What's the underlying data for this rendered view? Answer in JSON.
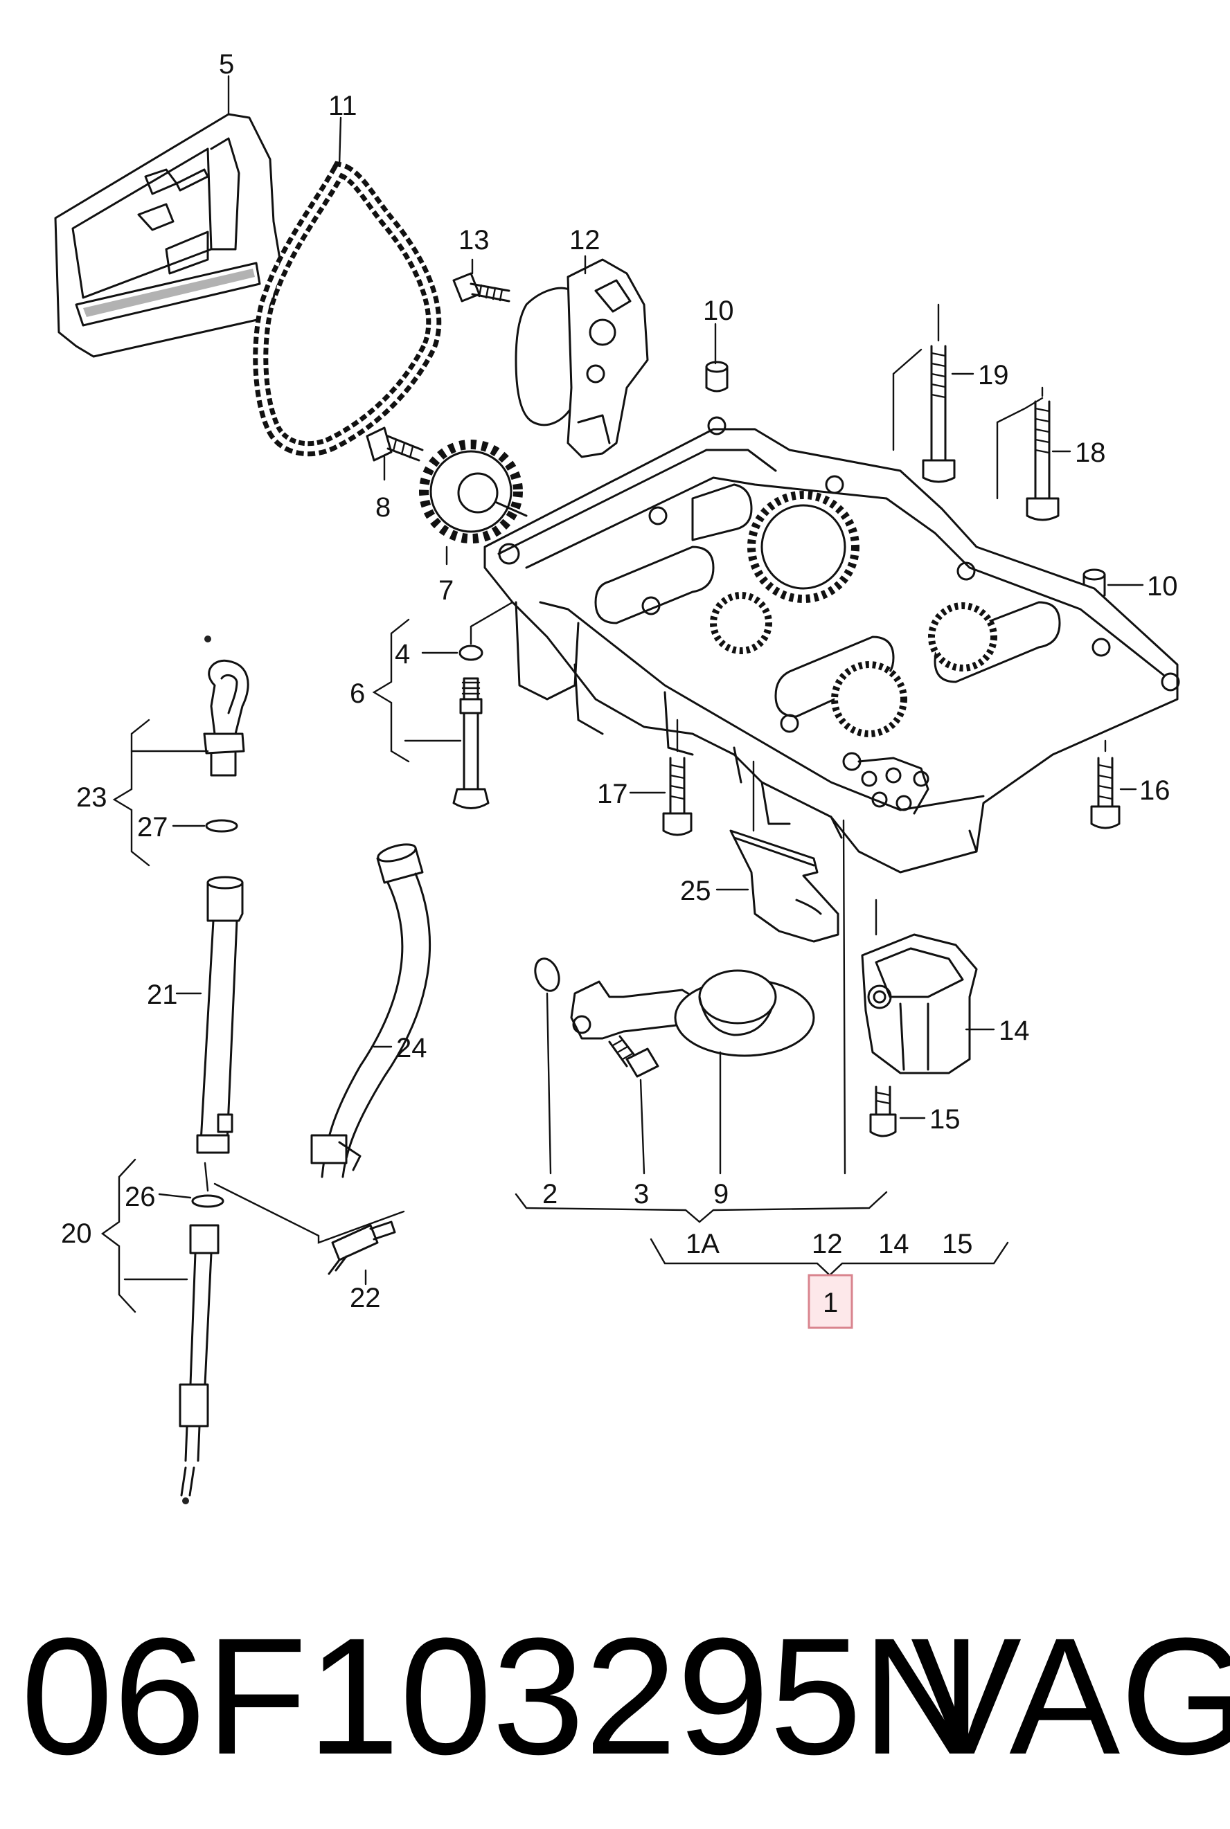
{
  "callouts": [
    "1",
    "1A",
    "2",
    "3",
    "4",
    "5",
    "6",
    "7",
    "8",
    "9",
    "10",
    "10",
    "11",
    "12",
    "12",
    "13",
    "14",
    "14",
    "15",
    "15",
    "16",
    "17",
    "18",
    "19",
    "20",
    "21",
    "22",
    "23",
    "24",
    "25",
    "26",
    "27"
  ],
  "highlight_callout": "1",
  "part_number": "06F103295N",
  "brand": "VAG",
  "colors": {
    "highlight_fill": "#fde8ea",
    "highlight_border": "#d9848e",
    "ink": "#111111"
  }
}
